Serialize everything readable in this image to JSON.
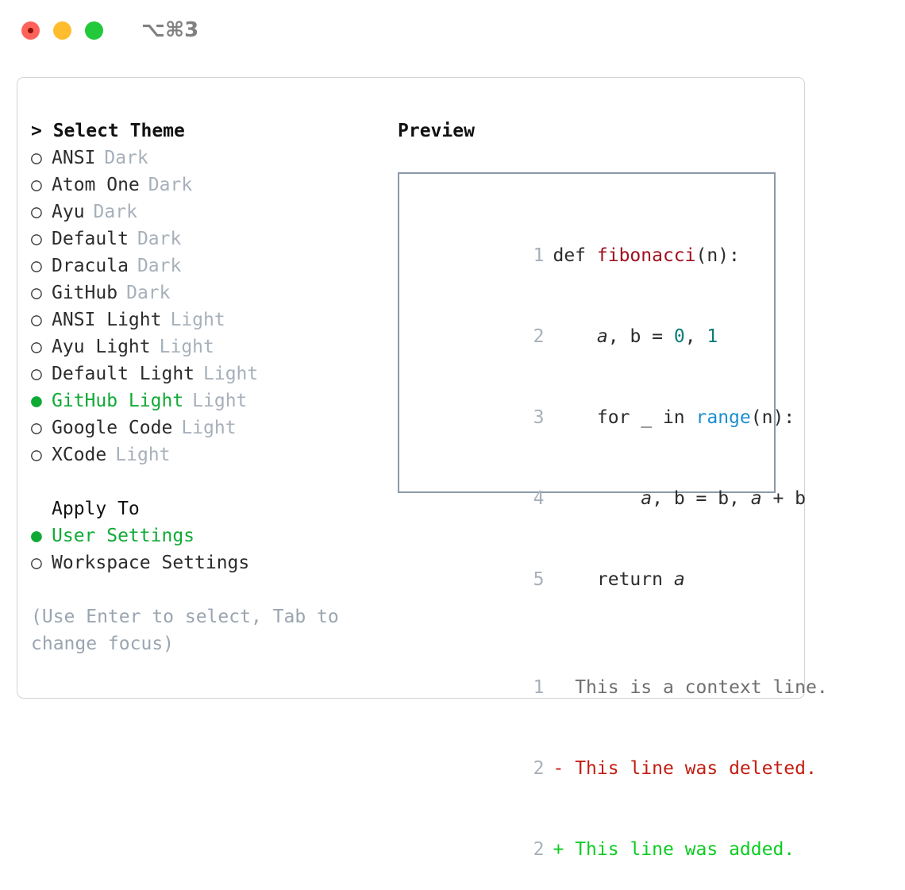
{
  "titlebar": {
    "shortcut": "⌥⌘3",
    "buttons": [
      "close",
      "minimize",
      "maximize"
    ]
  },
  "theme_panel": {
    "header": "> Select Theme",
    "items": [
      {
        "bullet": "○",
        "label": "ANSI",
        "variant": "Dark",
        "selected": false
      },
      {
        "bullet": "○",
        "label": "Atom One",
        "variant": "Dark",
        "selected": false
      },
      {
        "bullet": "○",
        "label": "Ayu",
        "variant": "Dark",
        "selected": false
      },
      {
        "bullet": "○",
        "label": "Default",
        "variant": "Dark",
        "selected": false
      },
      {
        "bullet": "○",
        "label": "Dracula",
        "variant": "Dark",
        "selected": false
      },
      {
        "bullet": "○",
        "label": "GitHub",
        "variant": "Dark",
        "selected": false
      },
      {
        "bullet": "○",
        "label": "ANSI Light",
        "variant": "Light",
        "selected": false
      },
      {
        "bullet": "○",
        "label": "Ayu Light",
        "variant": "Light",
        "selected": false
      },
      {
        "bullet": "○",
        "label": "Default Light",
        "variant": "Light",
        "selected": false
      },
      {
        "bullet": "●",
        "label": "GitHub Light",
        "variant": "Light",
        "selected": true
      },
      {
        "bullet": "○",
        "label": "Google Code",
        "variant": "Light",
        "selected": false
      },
      {
        "bullet": "○",
        "label": "XCode",
        "variant": "Light",
        "selected": false
      }
    ]
  },
  "apply_to": {
    "title": "Apply To",
    "items": [
      {
        "bullet": "●",
        "label": "User Settings",
        "selected": true
      },
      {
        "bullet": "○",
        "label": "Workspace Settings",
        "selected": false
      }
    ]
  },
  "hint": "(Use Enter to select, Tab to change focus)",
  "preview": {
    "title": "Preview",
    "code_lines": [
      {
        "num": "1",
        "tokens": [
          {
            "t": "def ",
            "k": "plain"
          },
          {
            "t": "fibonacci",
            "k": "fn"
          },
          {
            "t": "(n):",
            "k": "plain"
          }
        ]
      },
      {
        "num": "2",
        "tokens": [
          {
            "t": "    ",
            "k": "plain"
          },
          {
            "t": "a",
            "k": "var"
          },
          {
            "t": ", ",
            "k": "plain"
          },
          {
            "t": "b",
            "k": "plain"
          },
          {
            "t": " = ",
            "k": "plain"
          },
          {
            "t": "0",
            "k": "num"
          },
          {
            "t": ", ",
            "k": "plain"
          },
          {
            "t": "1",
            "k": "num"
          }
        ]
      },
      {
        "num": "3",
        "tokens": [
          {
            "t": "    for _ in ",
            "k": "plain"
          },
          {
            "t": "range",
            "k": "builtin"
          },
          {
            "t": "(n):",
            "k": "plain"
          }
        ]
      },
      {
        "num": "4",
        "tokens": [
          {
            "t": "        ",
            "k": "plain"
          },
          {
            "t": "a",
            "k": "var"
          },
          {
            "t": ", b = b, ",
            "k": "plain"
          },
          {
            "t": "a",
            "k": "var"
          },
          {
            "t": " + b",
            "k": "plain"
          }
        ]
      },
      {
        "num": "5",
        "tokens": [
          {
            "t": "    return ",
            "k": "plain"
          },
          {
            "t": "a",
            "k": "var"
          }
        ]
      }
    ],
    "diff_lines": [
      {
        "num": "1",
        "marker": " ",
        "text": "This is a context line.",
        "kind": "ctx"
      },
      {
        "num": "2",
        "marker": "-",
        "text": "This line was deleted.",
        "kind": "del"
      },
      {
        "num": "2",
        "marker": "+",
        "text": "This line was added.",
        "kind": "add"
      }
    ]
  },
  "colors": {
    "accent_green": "#0faa35",
    "muted": "#a7b0ba",
    "hint": "#9aa5b1",
    "fn_red": "#a0111f",
    "number_teal": "#0a7d77",
    "builtin_blue": "#1a8fd0",
    "diff_delete": "#c21d12",
    "diff_add": "#0ccc22",
    "preview_border": "#8b9aa8",
    "card_border": "#cfd4d9"
  }
}
